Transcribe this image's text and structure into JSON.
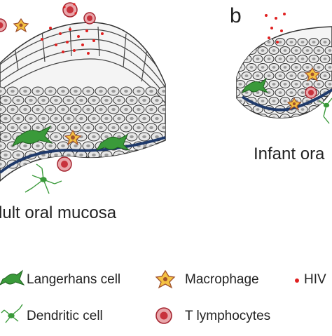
{
  "panel_b_letter": "b",
  "panel_a_title": "dult oral mucosa",
  "panel_b_title": "Infant ora",
  "legend": {
    "langerhans": "Langerhans cell",
    "macrophage": "Macrophage",
    "hiv": "HIV",
    "dendritic": "Dendritic cell",
    "t_lymphocytes": "T lymphocytes"
  },
  "colors": {
    "cell_fill": "#e6e6e6",
    "cell_outline": "#333333",
    "basement_membrane": "#1f3a6b",
    "langerhans_green": "#3a9a3a",
    "macrophage_orange": "#e0a020",
    "hiv_red": "#e02020",
    "t_lymphocyte_red": "#c8323c"
  },
  "icons": [
    "langerhans-cell-icon",
    "macrophage-icon",
    "hiv-particle-icon",
    "dendritic-cell-icon",
    "t-lymphocyte-icon"
  ]
}
